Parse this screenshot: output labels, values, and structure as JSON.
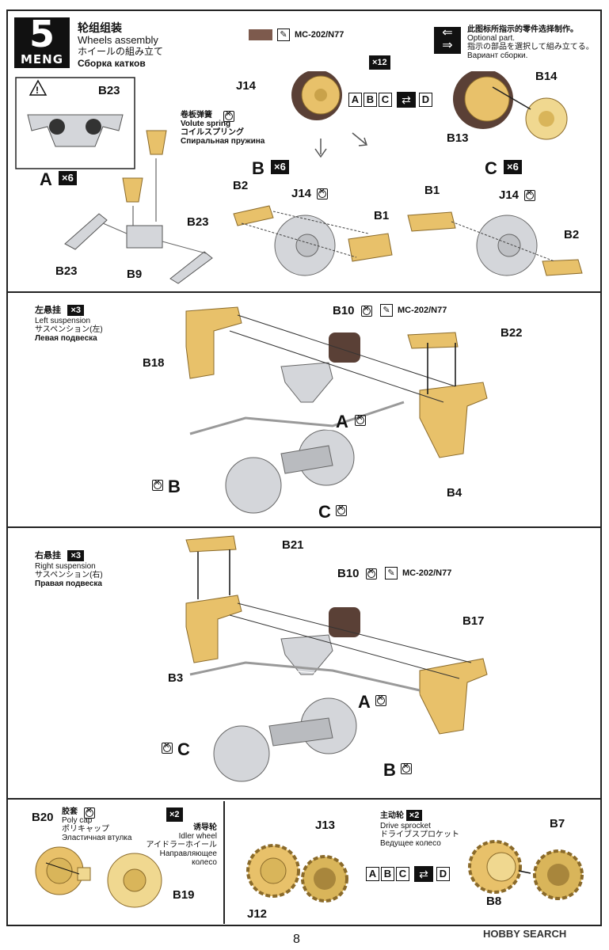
{
  "step": {
    "number": "5",
    "brand": "MENG"
  },
  "title": {
    "cn": "轮组组装",
    "en": "Wheels assembly",
    "jp": "ホイールの組み立て",
    "ru": "Сборка катков"
  },
  "paint_code": "MC-202/N77",
  "optional": {
    "cn": "此图标所指示的零件选择制作。",
    "en": "Optional part.",
    "jp": "指示の部品を選択して組み立てる。",
    "ru": "Вариант сборки."
  },
  "section1": {
    "qty_a": "×6",
    "qty_b": "×6",
    "qty_c": "×6",
    "qty_j14": "×12",
    "letter_a": "A",
    "letter_b": "B",
    "letter_c": "C",
    "spring": {
      "cn": "卷板弹簧",
      "en": "Volute spring",
      "jp": "コイルスプリング",
      "ru": "Спиральная пружина"
    },
    "labels": {
      "b23_top": "B23",
      "j14_top": "J14",
      "b14": "B14",
      "b13": "B13",
      "b23_a": "B23",
      "b23_b": "B23",
      "b9": "B9",
      "b2_b": "B2",
      "j14_b": "J14",
      "b1_b": "B1",
      "b1_c": "B1",
      "j14_c": "J14",
      "b2_c": "B2"
    },
    "options": [
      "A",
      "B",
      "C",
      "D"
    ]
  },
  "section2": {
    "qty": "×3",
    "title": {
      "cn": "左悬挂",
      "en": "Left suspension",
      "jp": "サスペンション(左)",
      "ru": "Левая подвеска"
    },
    "labels": {
      "b10": "B10",
      "b22": "B22",
      "b18": "B18",
      "a": "A",
      "b": "B",
      "c": "C",
      "b4": "B4"
    }
  },
  "section3": {
    "qty": "×3",
    "title": {
      "cn": "右悬挂",
      "en": "Right suspension",
      "jp": "サスペンション(右)",
      "ru": "Правая подвеска"
    },
    "labels": {
      "b21": "B21",
      "b10": "B10",
      "b17": "B17",
      "b3": "B3",
      "a": "A",
      "c": "C",
      "b": "B"
    }
  },
  "section4": {
    "polycap": {
      "cn": "胶套",
      "en": "Poly cap",
      "jp": "ポリキャップ",
      "ru": "Эластичная втулка"
    },
    "idler": {
      "qty": "×2",
      "cn": "诱导轮",
      "en": "Idler wheel",
      "jp": "アイドラーホイール",
      "ru": "Направляющее колесо"
    },
    "sprocket": {
      "qty": "×2",
      "cn": "主动轮",
      "en": "Drive sprocket",
      "jp": "ドライブスプロケット",
      "ru": "Ведущее колесо"
    },
    "labels": {
      "b20": "B20",
      "b19": "B19",
      "j13": "J13",
      "j12": "J12",
      "b7": "B7",
      "b8": "B8"
    },
    "options": [
      "A",
      "B",
      "C",
      "D"
    ]
  },
  "page_number": "8",
  "watermark": "HOBBY SEARCH",
  "colors": {
    "part_yellow": "#e8c16a",
    "part_grey": "#d4d6da",
    "tire_dark": "#5a4036",
    "paint": "#7d5a4d"
  }
}
